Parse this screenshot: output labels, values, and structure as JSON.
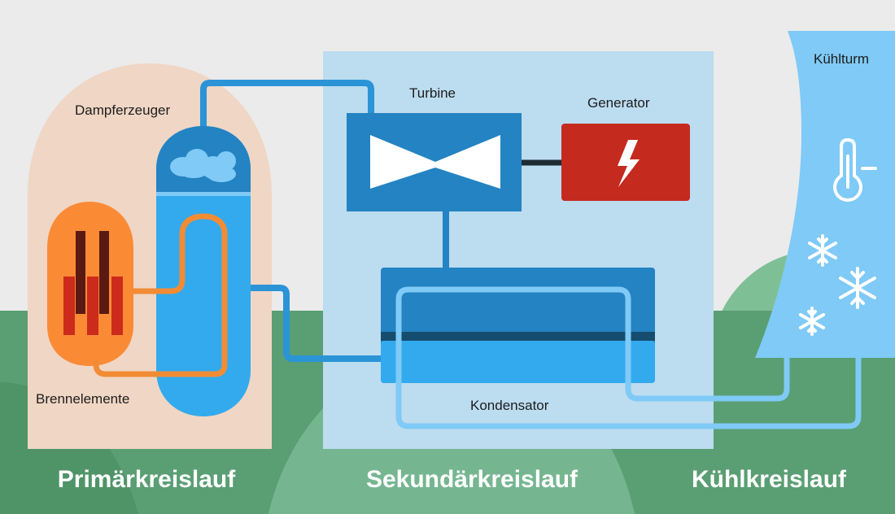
{
  "labels": {
    "steam_generator": "Dampferzeuger",
    "fuel_elements": "Brennelemente",
    "turbine": "Turbine",
    "generator": "Generator",
    "condenser": "Kondensator",
    "cooling_tower": "Kühlturm"
  },
  "sections": {
    "primary": "Primärkreislauf",
    "secondary": "Sekundärkreislauf",
    "cooling": "Kühlkreislauf"
  },
  "colors": {
    "background": "#ebebeb",
    "hills_dark": "#5a9e73",
    "hills_light": "#75b690",
    "primary_zone": "#f0d6c4",
    "secondary_zone": "#bcdcf0",
    "cooling_tower": "#7fcaf6",
    "vessel_blue": "#33aaee",
    "turbine_blue": "#2483c2",
    "generator_red": "#c52a1f",
    "reactor_orange": "#fb8a35",
    "fuel_rod_dark": "#5a1a12",
    "fuel_rod_red": "#cc2b1c",
    "pipe_dark_blue": "#2a94d6",
    "pipe_light_blue": "#7fcaf6",
    "pipe_orange": "#f28c34"
  }
}
